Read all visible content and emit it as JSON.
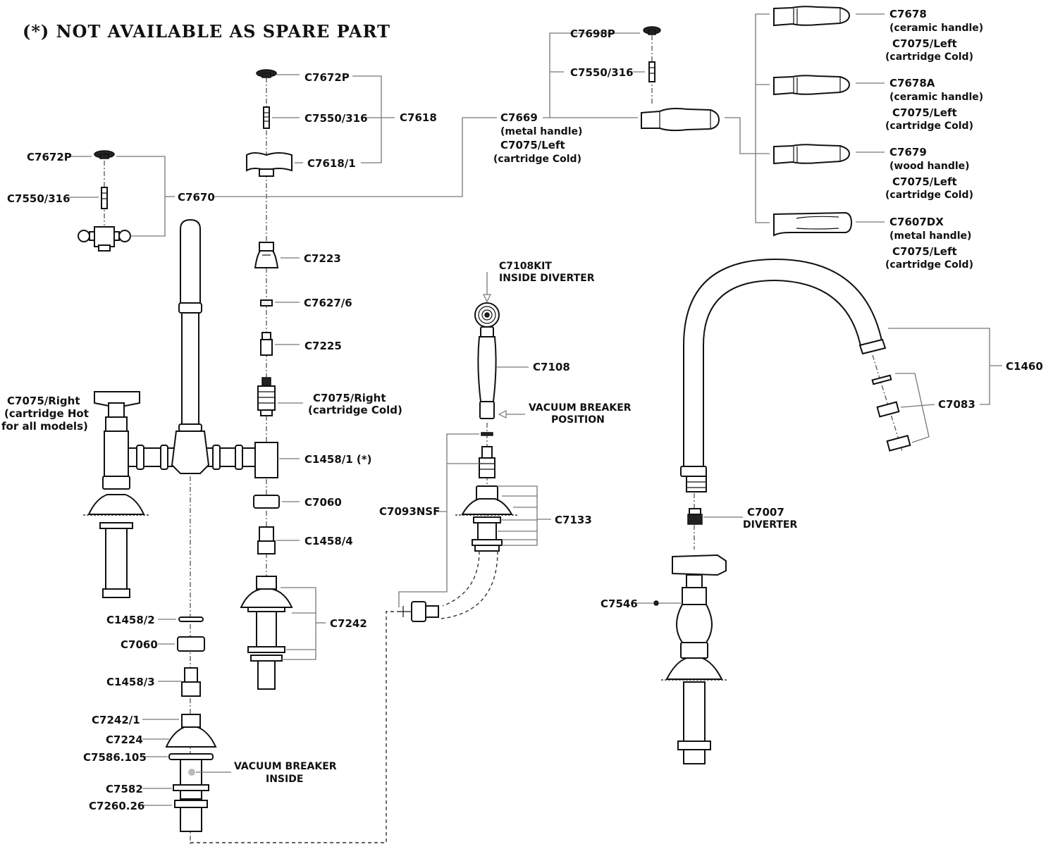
{
  "note": "(*) NOT AVAILABLE AS SPARE PART",
  "labels": {
    "c7672p_top": "C7672P",
    "c7550_top": "C7550/316",
    "c7618": "C7618",
    "c7618_1": "C7618/1",
    "c7672p_left": "C7672P",
    "c7550_left": "C7550/316",
    "c7670": "C7670",
    "c7223": "C7223",
    "c7627_6": "C7627/6",
    "c7225": "C7225",
    "c7075_right_cold": [
      "C7075/Right",
      "(cartridge Cold)"
    ],
    "c7075_right_hot": [
      "C7075/Right",
      "(cartridge Hot",
      "for all models)"
    ],
    "c1458_1": "C1458/1 (*)",
    "c7060_a": "C7060",
    "c1458_4": "C1458/4",
    "c7242": "C7242",
    "c1458_2": "C1458/2",
    "c7060_b": "C7060",
    "c1458_3": "C1458/3",
    "c7242_1": "C7242/1",
    "c7224": "C7224",
    "c7586": "C7586.105",
    "c7582": "C7582",
    "c7260": "C7260.26",
    "vb_inside": [
      "VACUUM BREAKER",
      "INSIDE"
    ],
    "c7698p": "C7698P",
    "c7550_mid": "C7550/316",
    "c7669": [
      "C7669",
      "(metal handle)",
      "C7075/Left",
      "(cartridge Cold)"
    ],
    "c7678": [
      "C7678",
      "(ceramic handle)",
      "C7075/Left",
      "(cartridge Cold)"
    ],
    "c7678a": [
      "C7678A",
      "(ceramic handle)",
      "C7075/Left",
      "(cartridge Cold)"
    ],
    "c7679": [
      "C7679",
      "(wood handle)",
      "C7075/Left",
      "(cartridge Cold)"
    ],
    "c7607dx": [
      "C7607DX",
      "(metal handle)",
      "C7075/Left",
      "(cartridge Cold)"
    ],
    "c7108kit": [
      "C7108KIT",
      "INSIDE DIVERTER"
    ],
    "c7108": "C7108",
    "vb_position": [
      "VACUUM BREAKER",
      "POSITION"
    ],
    "c7093nsf": "C7093NSF",
    "c7133": "C7133",
    "c1460": "C1460",
    "c7083": "C7083",
    "c7007": [
      "C7007",
      "DIVERTER"
    ],
    "c7546": "C7546"
  }
}
